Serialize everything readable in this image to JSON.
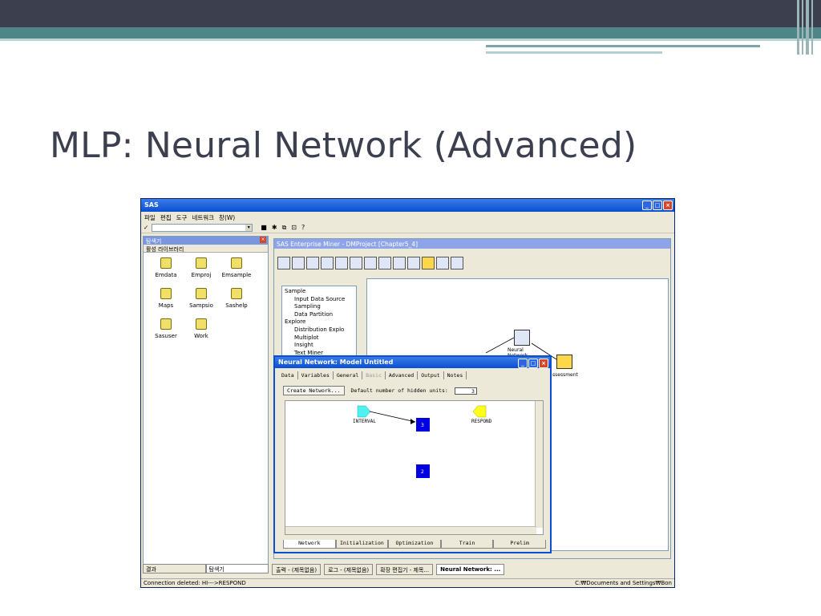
{
  "slide_title": "MLP: Neural Network (Advanced)",
  "sas": {
    "window_title": "SAS",
    "menu": [
      "파일",
      "편집",
      "도구",
      "네트워크",
      "창(W)"
    ],
    "explorer": {
      "title": "탐색기",
      "subtitle": "활성 라이브러리",
      "libraries": [
        "Emdata",
        "Emproj",
        "Emsample",
        "Maps",
        "Sampsio",
        "Sashelp",
        "Sasuser",
        "Work"
      ],
      "tabs": [
        "결과",
        "탐색기"
      ]
    },
    "em": {
      "title": "SAS Enterprise Miner - DMProject [Chapter5_4]",
      "tree": [
        {
          "label": "Sample",
          "type": "folder"
        },
        {
          "label": "Input Data Source",
          "type": "item"
        },
        {
          "label": "Sampling",
          "type": "item"
        },
        {
          "label": "Data Partition",
          "type": "item"
        },
        {
          "label": "Explore",
          "type": "folder"
        },
        {
          "label": "Distribution Explo",
          "type": "item"
        },
        {
          "label": "Multiplot",
          "type": "item"
        },
        {
          "label": "Insight",
          "type": "item"
        },
        {
          "label": "Text Miner",
          "type": "item"
        }
      ],
      "node_nn_label": "Neural Network",
      "node_assess_label": "ssessment"
    },
    "nn": {
      "title": "Neural Network: Model Untitled",
      "tabs": [
        "Data",
        "Variables",
        "General",
        "Basic",
        "Advanced",
        "Output",
        "Notes"
      ],
      "create_button": "Create Network...",
      "hidden_label": "Default number of hidden units:",
      "hidden_value": "3",
      "nodes": {
        "input": "INTERVAL",
        "output": "RESPOND",
        "hidden1": "3",
        "hidden2": "2"
      },
      "bottom_tabs": [
        "Network",
        "Initialization",
        "Optimization",
        "Train",
        "Prelim"
      ]
    },
    "taskbar": [
      "출력 - (제목없음)",
      "로그 - (제목없음)",
      "확장 편집기 - 제목...",
      "Neural Network: ..."
    ],
    "status_left": "Connection deleted: HI--->RESPOND",
    "status_right": "C:₩Documents and Settings₩Bon"
  }
}
